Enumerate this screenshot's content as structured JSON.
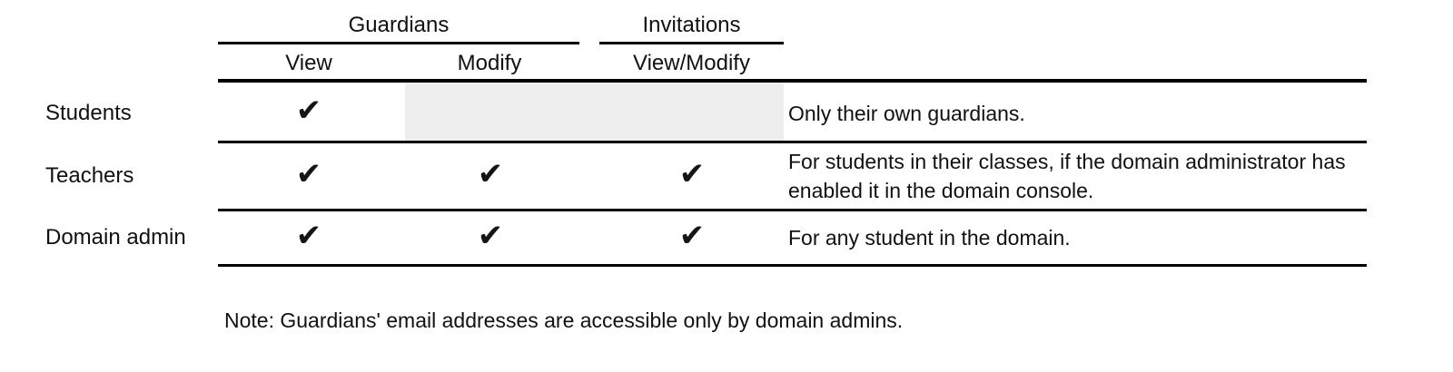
{
  "table": {
    "column_groups": [
      {
        "label": "Guardians",
        "span": 2
      },
      {
        "label": "Invitations",
        "span": 1
      }
    ],
    "columns": [
      {
        "label": "View"
      },
      {
        "label": "Modify"
      },
      {
        "label": "View/Modify"
      }
    ],
    "row_header_label": "",
    "rows": [
      {
        "role": "Students",
        "guardians_view": "✔",
        "guardians_modify": "",
        "invitations_view_modify": "",
        "shaded_cells": "modify+invitations",
        "description": "Only their own guardians."
      },
      {
        "role": "Teachers",
        "guardians_view": "✔",
        "guardians_modify": "✔",
        "invitations_view_modify": "✔",
        "shaded_cells": "",
        "description": "For students in their classes, if the domain administrator has enabled it in the domain console."
      },
      {
        "role": "Domain admin",
        "guardians_view": "✔",
        "guardians_modify": "✔",
        "invitations_view_modify": "✔",
        "shaded_cells": "",
        "description": "For any student in the domain."
      }
    ]
  },
  "note": "Note: Guardians' email addresses are accessible only by domain admins.",
  "colors": {
    "text": "#111111",
    "rule": "#000000",
    "shaded_cell": "#eeeeee",
    "background": "#ffffff"
  },
  "icons": {
    "checkmark": "✔"
  }
}
